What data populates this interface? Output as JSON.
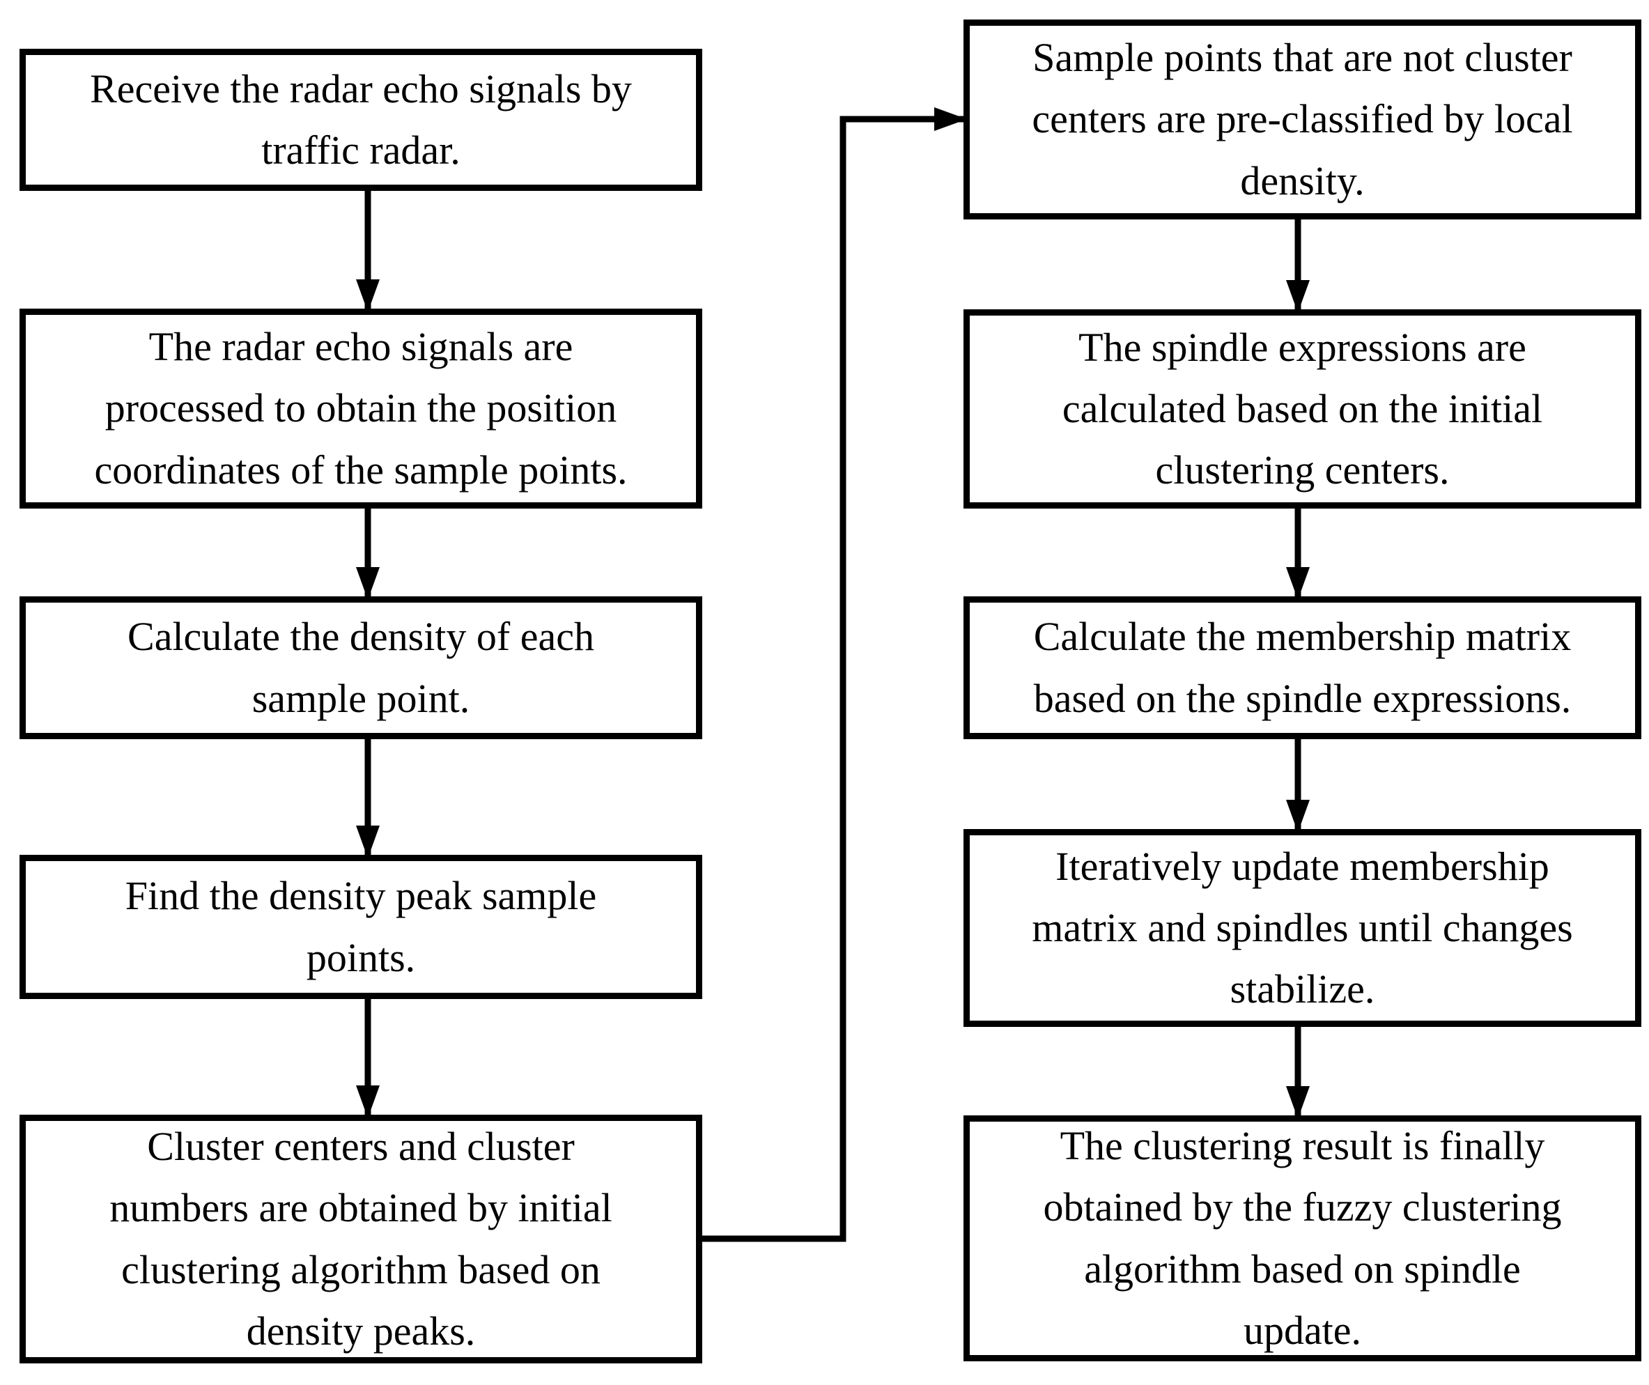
{
  "diagram": {
    "type": "flowchart",
    "background": "#ffffff",
    "ink": "#000000",
    "box_fill": "#ffffff",
    "steps": [
      {
        "id": 1,
        "column": "left",
        "text": "Receive the radar echo signals by traffic radar.",
        "lines": [
          "Receive the radar echo signals by",
          "traffic radar."
        ]
      },
      {
        "id": 2,
        "column": "left",
        "text": "The radar echo signals are processed to obtain the position coordinates of the sample points.",
        "lines": [
          "The radar echo signals are",
          "processed to obtain the position",
          "coordinates of the sample points."
        ]
      },
      {
        "id": 3,
        "column": "left",
        "text": "Calculate the density of each sample point.",
        "lines": [
          "Calculate the density of each",
          "sample point."
        ]
      },
      {
        "id": 4,
        "column": "left",
        "text": "Find the density peak sample points.",
        "lines": [
          "Find the density peak sample",
          "points."
        ]
      },
      {
        "id": 5,
        "column": "left",
        "text": "Cluster centers and cluster numbers are obtained by initial clustering algorithm based on density peaks.",
        "lines": [
          "Cluster centers and cluster",
          "numbers are obtained by initial",
          "clustering algorithm based on",
          "density peaks."
        ]
      },
      {
        "id": 6,
        "column": "right",
        "text": "Sample points that are not cluster centers are pre-classified by local density.",
        "lines": [
          "Sample points that are not cluster",
          "centers are pre-classified by local",
          "density."
        ]
      },
      {
        "id": 7,
        "column": "right",
        "text": "The spindle expressions are calculated based on the initial clustering centers.",
        "lines": [
          "The spindle expressions are",
          "calculated based on the initial",
          "clustering centers."
        ]
      },
      {
        "id": 8,
        "column": "right",
        "text": "Calculate the membership matrix based on the spindle expressions.",
        "lines": [
          "Calculate the membership matrix",
          "based on the spindle expressions."
        ]
      },
      {
        "id": 9,
        "column": "right",
        "text": "Iteratively update membership matrix and spindles until changes stabilize.",
        "lines": [
          "Iteratively update membership",
          "matrix and spindles until changes",
          "stabilize."
        ]
      },
      {
        "id": 10,
        "column": "right",
        "text": "The clustering result is finally obtained by the fuzzy clustering algorithm based on spindle update.",
        "lines": [
          "The clustering result is finally",
          "obtained by the fuzzy clustering",
          "algorithm based on spindle",
          "update."
        ]
      }
    ],
    "edges": [
      {
        "from": 1,
        "to": 2
      },
      {
        "from": 2,
        "to": 3
      },
      {
        "from": 3,
        "to": 4
      },
      {
        "from": 4,
        "to": 5
      },
      {
        "from": 5,
        "to": 6
      },
      {
        "from": 6,
        "to": 7
      },
      {
        "from": 7,
        "to": 8
      },
      {
        "from": 8,
        "to": 9
      },
      {
        "from": 9,
        "to": 10
      }
    ]
  }
}
